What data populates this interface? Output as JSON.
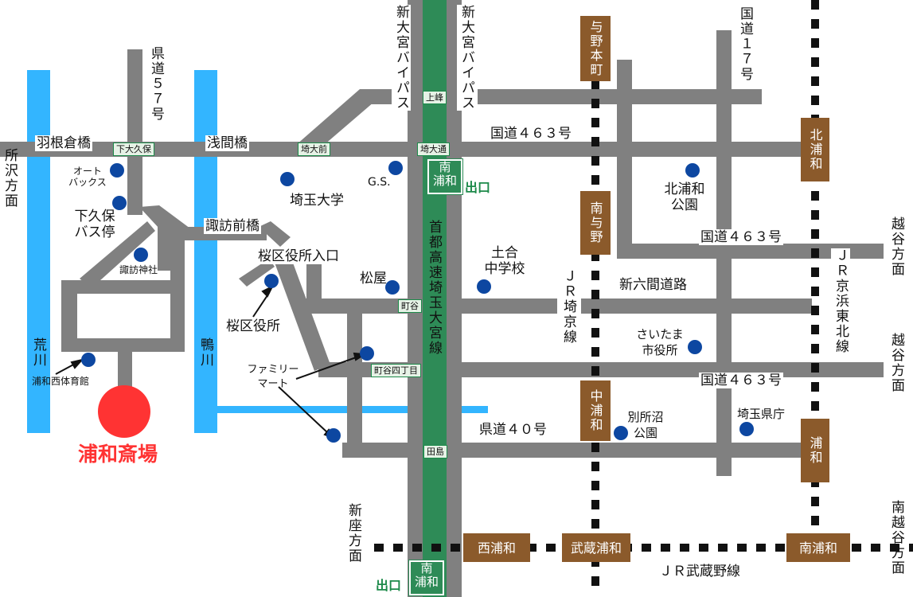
{
  "venue": {
    "label": "浦和斎場",
    "color": "#ff3333"
  },
  "directions": {
    "tokorozawa": "所沢方面",
    "koshigaya1": "越谷方面",
    "koshigaya2": "越谷方面",
    "niiza": "新座方面",
    "minamikoshigaya": "南越谷方面"
  },
  "roads": {
    "route57": "県道５７号",
    "bypass_left": "新大宮バイパス",
    "bypass_right": "新大宮バイパス",
    "route17": "国道１７号",
    "route463_top": "国道４６３号",
    "route463_mid": "国道４６３号",
    "route463_low": "国道４６３号",
    "route40": "県道４０号",
    "shinrokkendo": "新六間道路",
    "expressway": "首都高速埼玉大宮線"
  },
  "places": {
    "haneguram": "羽根倉橋",
    "asamabashi": "浅間橋",
    "suwamae": "諏訪前橋",
    "sakuraku_entrance": "桜区役所入口",
    "arakawa": "荒川",
    "kamogawa": "鴨川",
    "shimookubo_busstop": "下久保\nバス停",
    "autobacks": "オート\nバックス",
    "suwa_shrine": "諏訪神社",
    "gym": "浦和西体育館",
    "saitama_univ": "埼玉大学",
    "gs": "G.S.",
    "matsuya": "松屋",
    "sakuraku_office": "桜区役所",
    "familymart": "ファミリー\nマート",
    "tsuchiai_jhs": "土合\n中学校",
    "kitaurawa_park": "北浦和\n公園",
    "city_hall": "さいたま\n市役所",
    "bessho_park": "別所沼\n公園",
    "pref_office": "埼玉県庁",
    "jr_saikyo": "ＪＲ埼京線",
    "jr_keihin": "ＪＲ京浜東北線",
    "jr_musashino": "ＪＲ武蔵野線"
  },
  "intersections": {
    "shimookubo": "下大久保",
    "saidaimae": "埼大前",
    "kamimine": "上峰",
    "saidaidori": "埼大通",
    "machiya": "町谷",
    "machiya4": "町谷四丁目",
    "tajima": "田島"
  },
  "stations": {
    "yonohonmachi": "与野本町",
    "kitaurawa": "北浦和",
    "minamiyono": "南与野",
    "nakaurawa": "中浦和",
    "urawa": "浦和",
    "nishiurawa": "西浦和",
    "musashiurawa": "武蔵浦和",
    "minamiurawa": "南浦和"
  },
  "exits": {
    "top_box": "南\n浦和",
    "top_label": "出口",
    "bottom_box": "南\n浦和",
    "bottom_label": "出口"
  },
  "colors": {
    "road": "#808080",
    "river": "#33b5ff",
    "expressway": "#2e8b57",
    "station": "#8b5a2b",
    "poi": "#0d47a1"
  }
}
